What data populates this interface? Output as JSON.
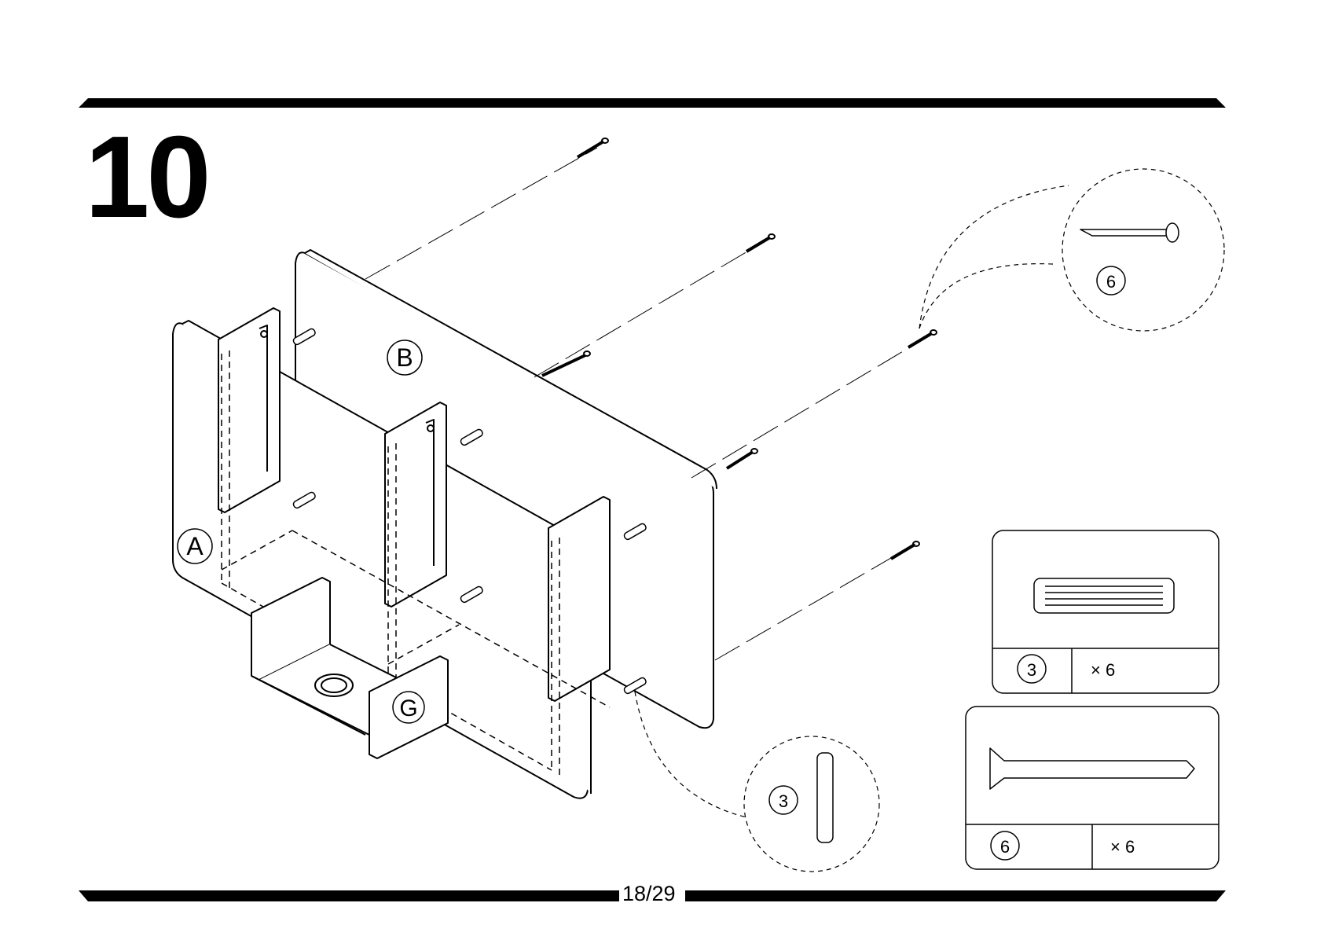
{
  "step": {
    "number": "10"
  },
  "footer": {
    "page": "18/29"
  },
  "parts": {
    "panel_a": "A",
    "panel_b": "B",
    "panel_g": "G"
  },
  "callouts": {
    "screw_detail": "6",
    "dowel_detail": "3"
  },
  "hardware_table": [
    {
      "part": "3",
      "qty": "× 6",
      "icon": "wooden-dowel-icon"
    },
    {
      "part": "6",
      "qty": "× 6",
      "icon": "countersunk-screw-icon"
    }
  ]
}
